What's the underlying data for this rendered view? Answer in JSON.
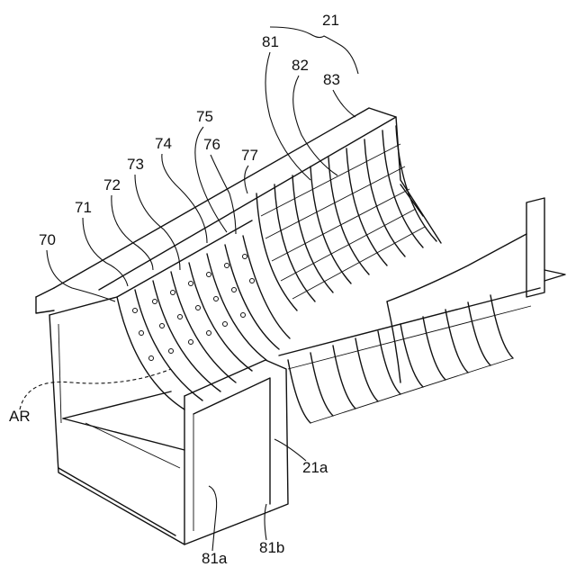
{
  "figure": {
    "labels": {
      "l21": "21",
      "l81": "81",
      "l82": "82",
      "l83": "83",
      "l75": "75",
      "l74": "74",
      "l76": "76",
      "l77": "77",
      "l73": "73",
      "l72": "72",
      "l71": "71",
      "l70": "70",
      "lAR": "AR",
      "l21a": "21a",
      "l81a": "81a",
      "l81b": "81b"
    }
  }
}
